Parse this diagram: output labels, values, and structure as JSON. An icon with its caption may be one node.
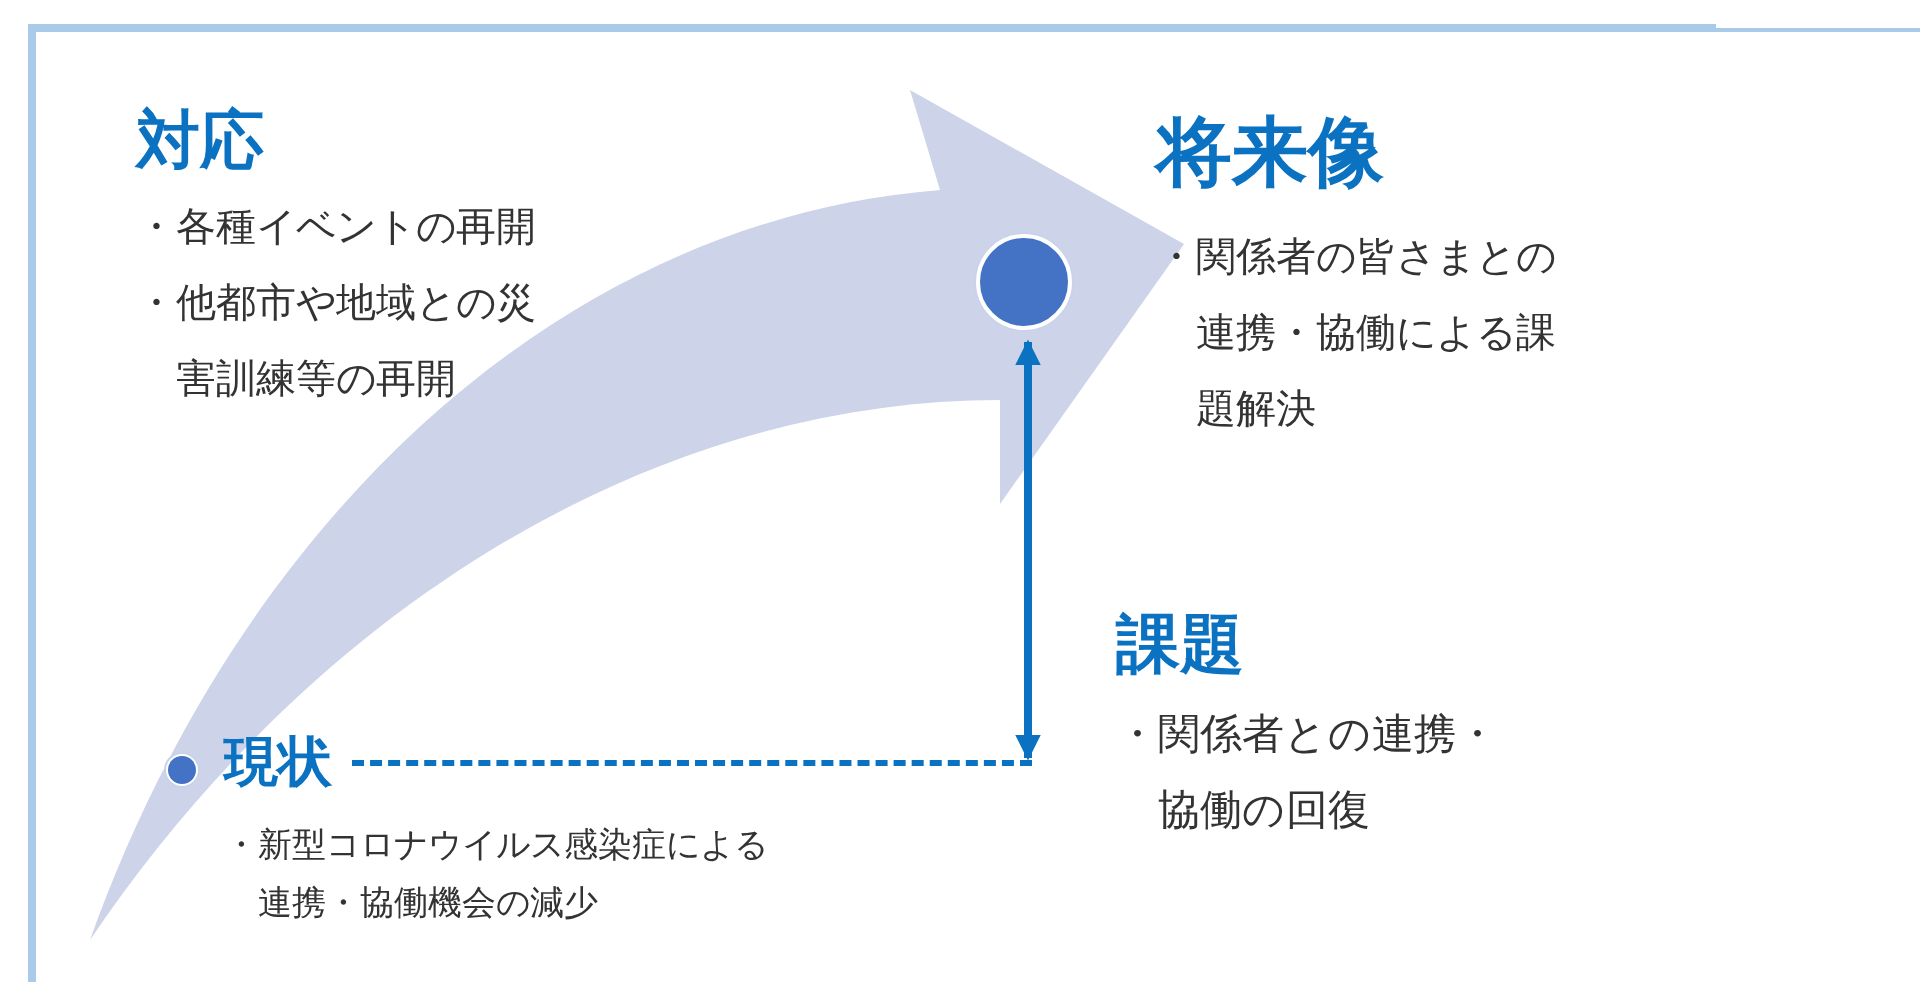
{
  "diagram": {
    "nodes": [
      {
        "text": [
          "対応",
          "・各種イベントの再開",
          "・他都市や地域との災害訓練等の再開"
        ]
      },
      {
        "text": [
          "将来像",
          "・関係者の皆さまとの連携・協働による課題解決"
        ]
      },
      {
        "text": [],
        "shape": "circle"
      },
      {
        "text": [
          "課題",
          "・関係者との連携・協働の回復"
        ]
      },
      {
        "text": [],
        "shape": "circle"
      },
      {
        "text": [
          "現状",
          "・新型コロナウイルス感染症による連携・協働機会の減少"
        ]
      }
    ],
    "edges": [
      {
        "from": 2,
        "to": 5,
        "arrow": "both"
      }
    ]
  }
}
